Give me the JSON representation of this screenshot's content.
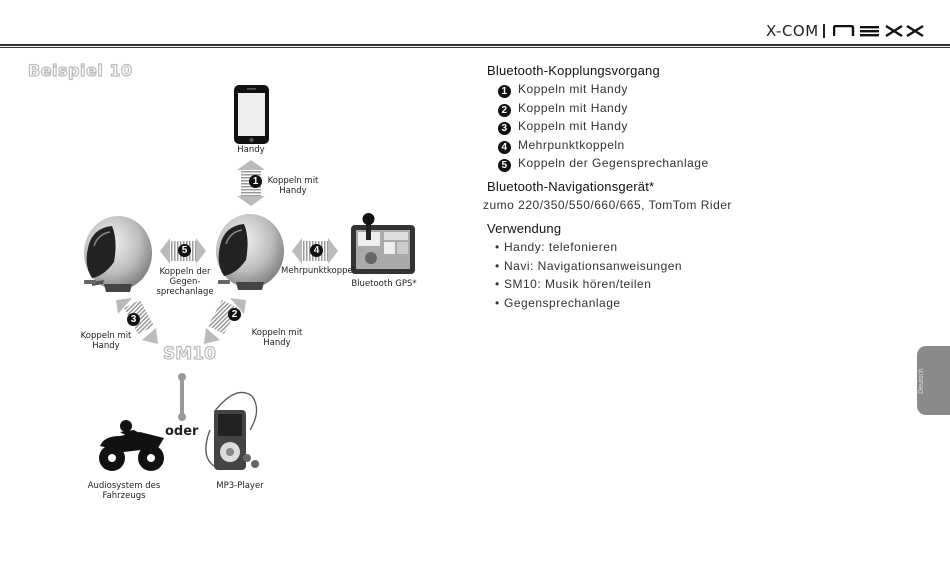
{
  "header": {
    "product": "X-COM",
    "brand_logo": "nexx-logo"
  },
  "diagram": {
    "title": "Beispiel 10",
    "labels": {
      "phone": "Handy",
      "pair_phone_top": "Koppeln mit Handy",
      "pair_intercom": "Koppeln der Gegen-sprechanlage",
      "multipoint": "Mehrpunktkoppel",
      "gps": "Bluetooth GPS*",
      "pair_phone_left": "Koppeln mit Handy",
      "pair_phone_right": "Koppeln mit Handy",
      "sm10": "SM10",
      "or": "oder",
      "vehicle_audio": "Audiosystem des Fahrzeugs",
      "mp3": "MP3-Player"
    },
    "badges": [
      "1",
      "2",
      "3",
      "4",
      "5"
    ]
  },
  "content": {
    "section1": {
      "heading": "Bluetooth-Kopplungsvorgang",
      "items": [
        {
          "num": "1",
          "text": "Koppeln mit Handy"
        },
        {
          "num": "2",
          "text": "Koppeln mit Handy"
        },
        {
          "num": "3",
          "text": "Koppeln mit Handy"
        },
        {
          "num": "4",
          "text": "Mehrpunktkoppeln"
        },
        {
          "num": "5",
          "text": "Koppeln der Gegensprechanlage"
        }
      ]
    },
    "section2": {
      "heading": "Bluetooth-Navigationsgerät*",
      "text": "zumo 220/350/550/660/665, TomTom Rider"
    },
    "section3": {
      "heading": "Verwendung",
      "items": [
        "Handy: telefonieren",
        "Navi: Navigationsanweisungen",
        "SM10: Musik hören/teilen",
        "Gegensprechanlage"
      ]
    }
  },
  "side_tab": {
    "label": "Deutsch"
  }
}
